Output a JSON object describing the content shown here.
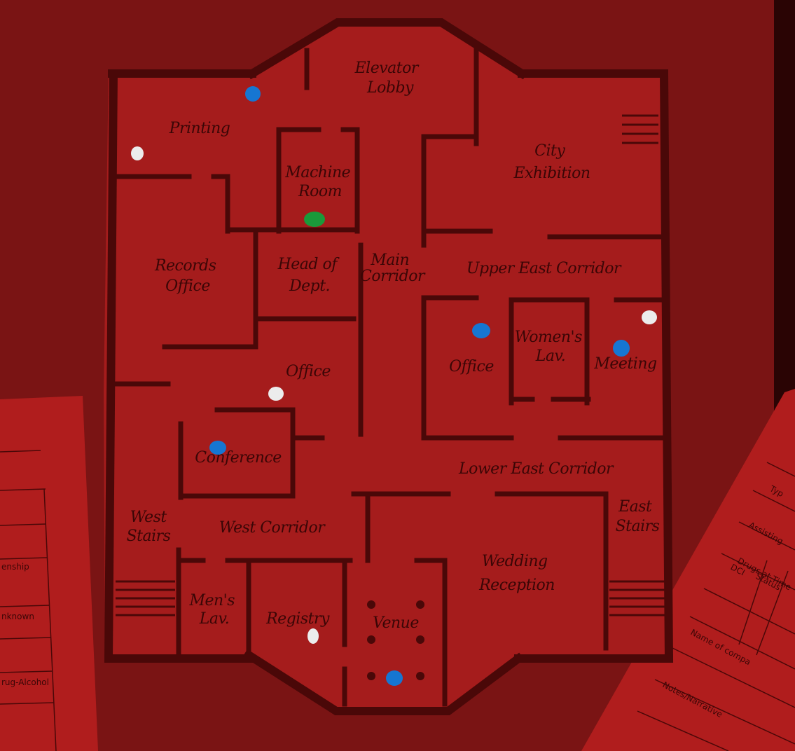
{
  "colors": {
    "background": "#7a1414",
    "floor": "#a51c1c",
    "wall": "#4a0808",
    "paper": "#b41e1e",
    "marker_blue": "#1676d2",
    "marker_white": "#ececec",
    "marker_green": "#1a9a3a"
  },
  "rooms": {
    "elevator_lobby": [
      "Elevator",
      "Lobby"
    ],
    "printing": [
      "Printing"
    ],
    "machine_room": [
      "Machine",
      "Room"
    ],
    "city_exhibition": [
      "City",
      "Exhibition"
    ],
    "records_office": [
      "Records",
      "Office"
    ],
    "head_of_dept": [
      "Head of",
      "Dept."
    ],
    "main_corridor": [
      "Main",
      "Corridor"
    ],
    "upper_east_corridor": [
      "Upper East Corridor"
    ],
    "office_center": [
      "Office"
    ],
    "office_east": [
      "Office"
    ],
    "womens_lav": [
      "Women's",
      "Lav."
    ],
    "meeting": [
      "Meeting"
    ],
    "conference": [
      "Conference"
    ],
    "lower_east_corridor": [
      "Lower East Corridor"
    ],
    "west_stairs": [
      "West",
      "Stairs"
    ],
    "west_corridor": [
      "West Corridor"
    ],
    "east_stairs": [
      "East",
      "Stairs"
    ],
    "wedding_reception": [
      "Wedding",
      "Reception"
    ],
    "mens_lav": [
      "Men's",
      "Lav."
    ],
    "registry": [
      "Registry"
    ],
    "venue": [
      "Venue"
    ]
  },
  "paper_left": {
    "rows": [
      "enship",
      "nknown",
      "rug-Alcohol"
    ]
  },
  "paper_right": {
    "rows": [
      "Typ",
      "Assisting",
      "Drugs at Time",
      "DCI",
      "Status",
      "Name of compa",
      "Notes/Narrative"
    ]
  },
  "markers": [
    {
      "name": "blue",
      "room": "printing"
    },
    {
      "name": "white",
      "room": "printing"
    },
    {
      "name": "green",
      "room": "machine_room"
    },
    {
      "name": "white",
      "room": "office_center"
    },
    {
      "name": "blue",
      "room": "conference"
    },
    {
      "name": "blue",
      "room": "office_east"
    },
    {
      "name": "blue",
      "room": "meeting"
    },
    {
      "name": "white",
      "room": "meeting"
    },
    {
      "name": "white",
      "room": "registry"
    },
    {
      "name": "blue",
      "room": "venue"
    }
  ]
}
